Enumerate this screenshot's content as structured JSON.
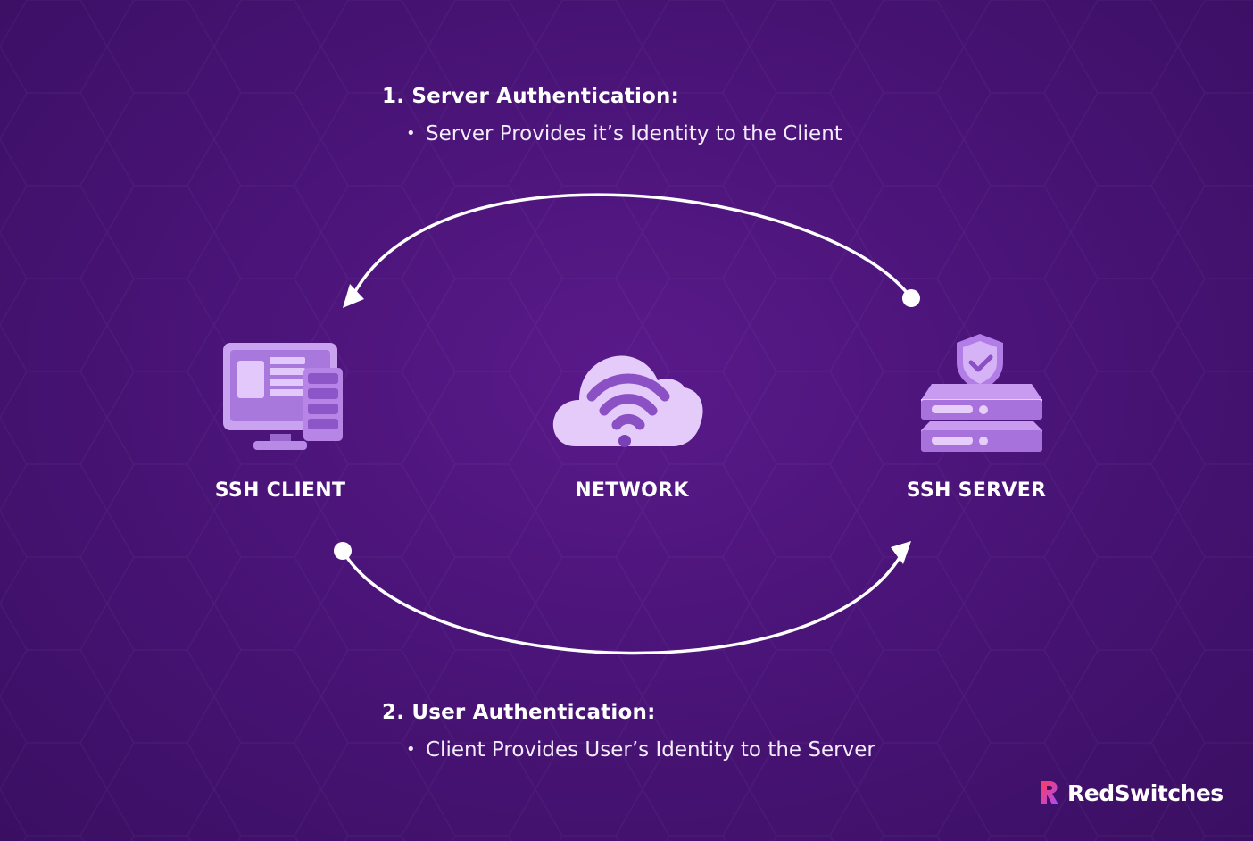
{
  "steps": [
    {
      "title": "1. Server Authentication:",
      "bullet": "Server Provides it’s Identity to the Client"
    },
    {
      "title": "2. User Authentication:",
      "bullet": "Client Provides User’s Identity to the Server"
    }
  ],
  "nodes": {
    "client": {
      "label": "SSH CLIENT",
      "icon": "computer-monitor-icon"
    },
    "network": {
      "label": "NETWORK",
      "icon": "cloud-wifi-icon"
    },
    "server": {
      "label": "SSH SERVER",
      "icon": "server-shield-icon"
    }
  },
  "bullet_glyph": "•",
  "brand": {
    "name": "RedSwitches",
    "logo_icon": "redswitches-logo-icon"
  },
  "colors": {
    "background": "#4a1478",
    "icon_light": "#e6cdfa",
    "icon_mid": "#b98be6",
    "icon_dark": "#8a52c8",
    "arrow": "#ffffff",
    "brand_red": "#ff3b5c",
    "brand_purple": "#a64dff"
  }
}
